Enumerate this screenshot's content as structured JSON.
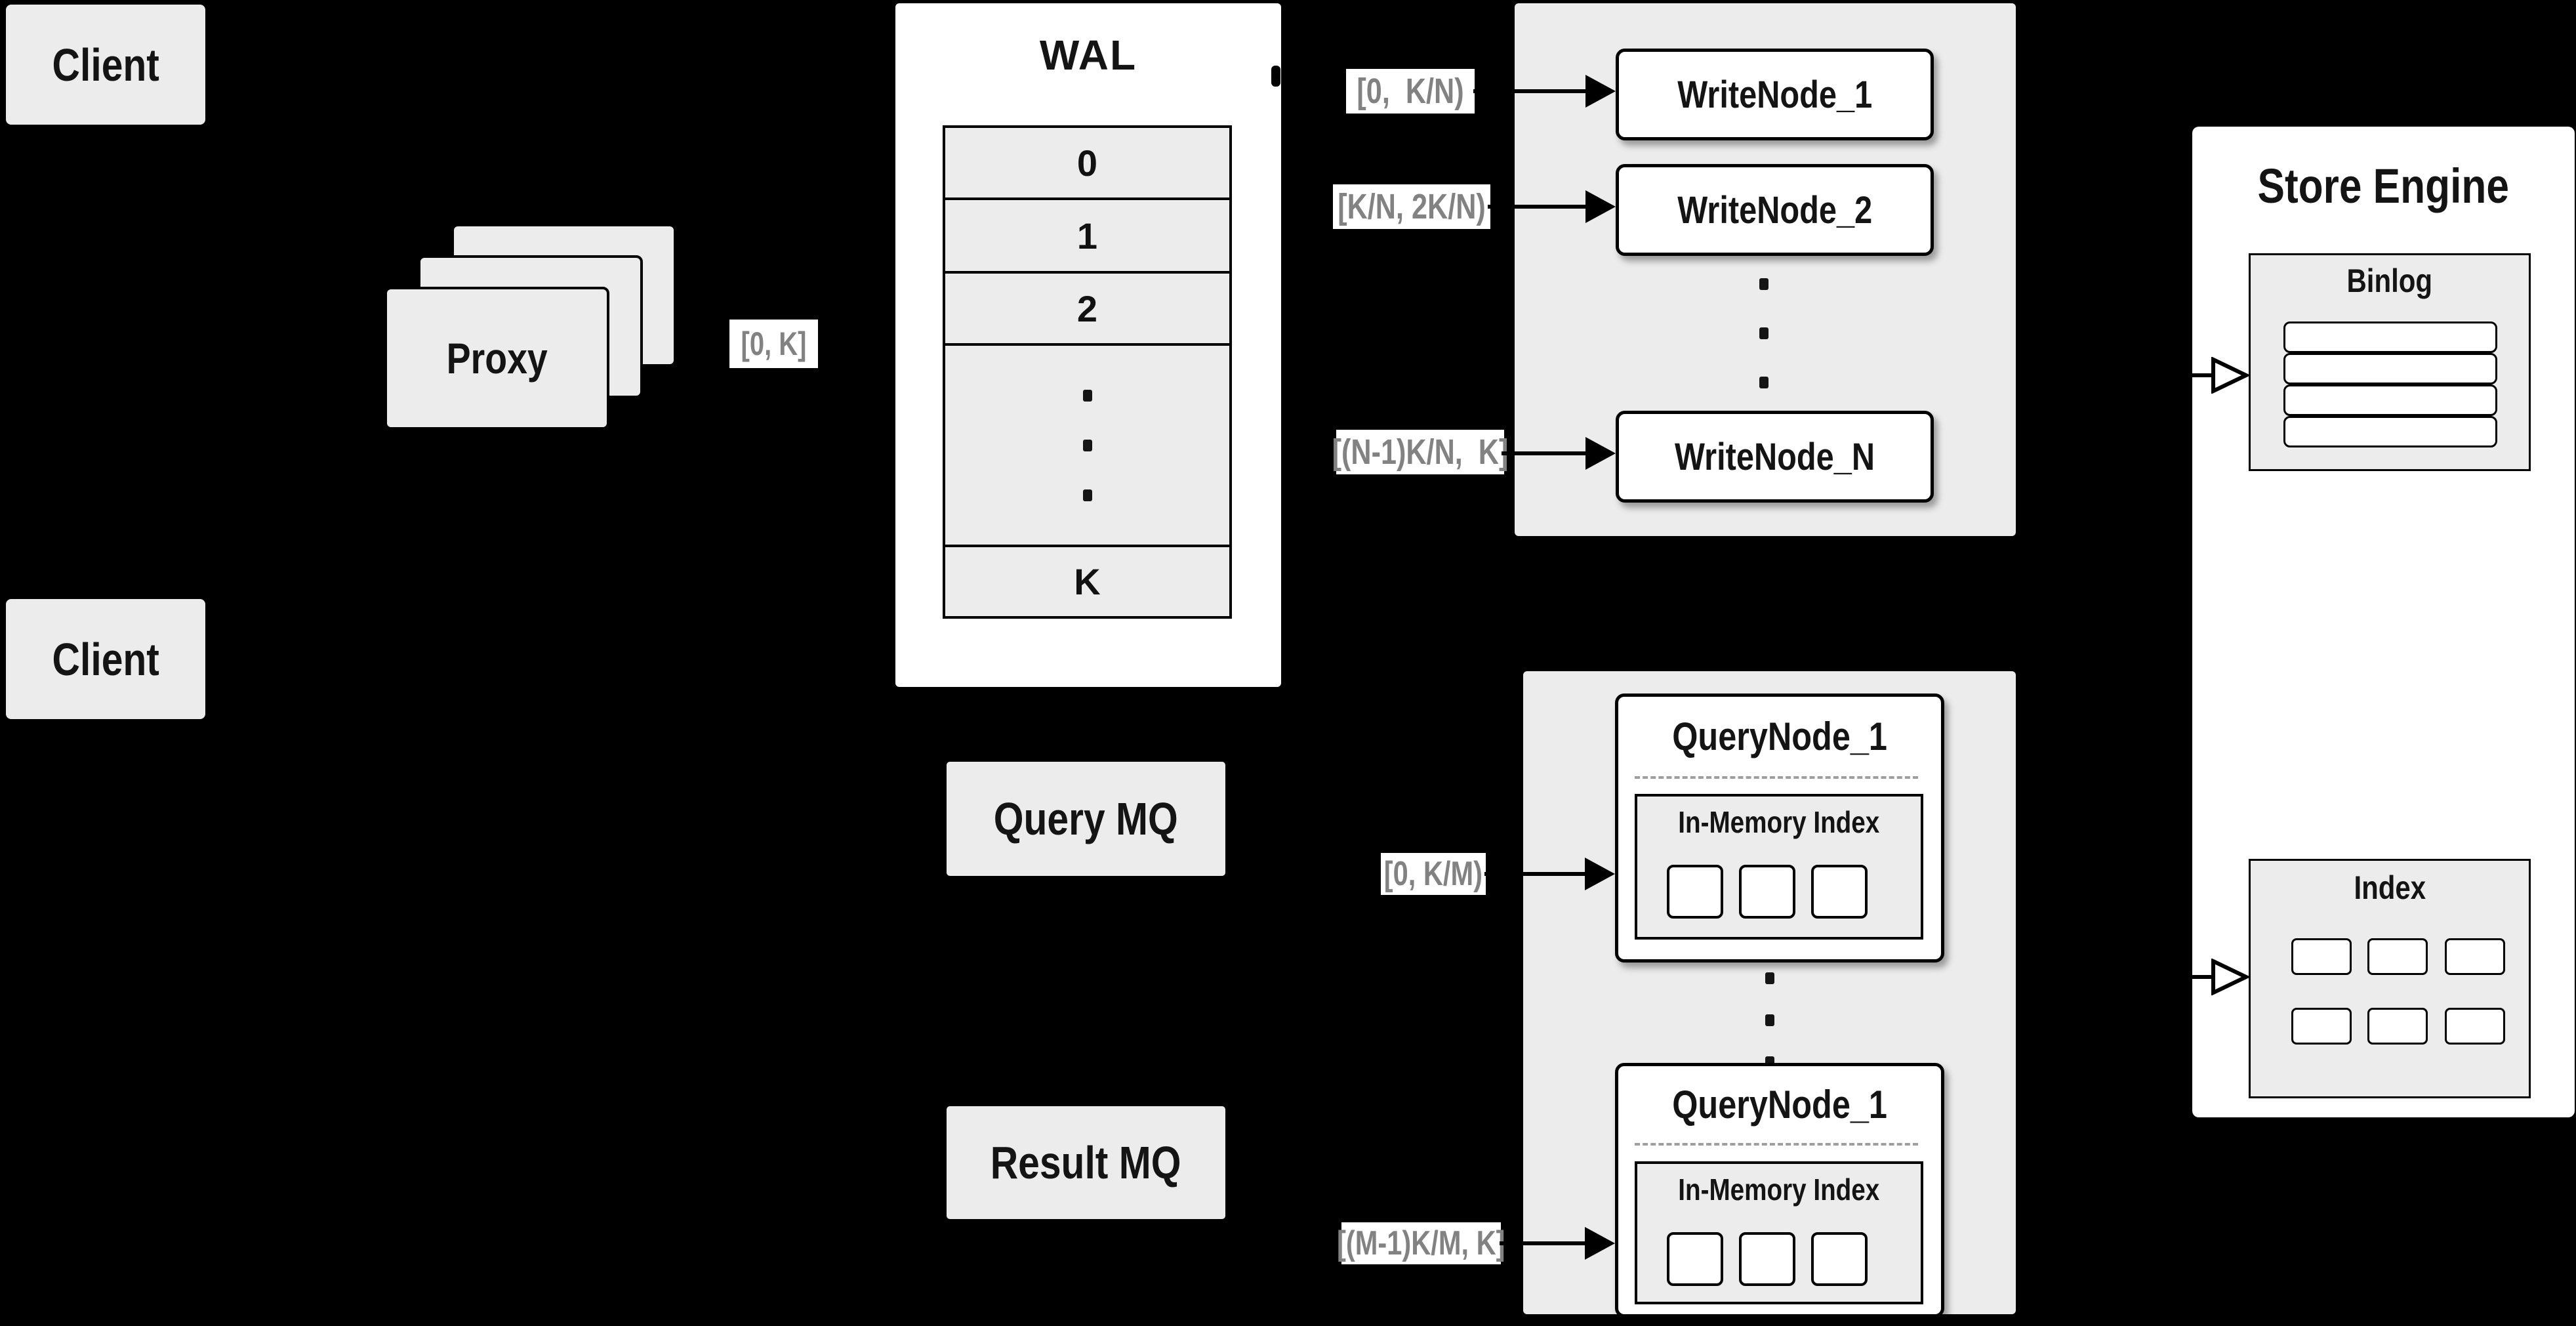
{
  "colors": {
    "background": "#000000",
    "panel_gray": "#ececec",
    "node_fill": "#ffffff",
    "border_black": "#000000",
    "range_label_text": "#828282"
  },
  "clients": {
    "top": "Client",
    "bottom": "Client"
  },
  "proxy": {
    "label": "Proxy",
    "range": "[0, K]"
  },
  "wal": {
    "title": "WAL",
    "segments": [
      "0",
      "1",
      "2",
      "K"
    ]
  },
  "write_cluster": {
    "nodes": [
      "WriteNode_1",
      "WriteNode_2",
      "WriteNode_N"
    ],
    "ranges": [
      "[0,  K/N)",
      "[K/N, 2K/N)",
      "[(N-1)K/N,  K]"
    ]
  },
  "mq": {
    "query": "Query MQ",
    "result": "Result MQ"
  },
  "query_cluster": {
    "node_top": {
      "title": "QueryNode_1",
      "memory_index": "In-Memory Index"
    },
    "node_bottom": {
      "title": "QueryNode_1",
      "memory_index": "In-Memory Index"
    },
    "ranges": {
      "top": "[0, K/M)",
      "bottom": "[(M-1)K/M, K]"
    }
  },
  "store_engine": {
    "title": "Store Engine",
    "binlog": "Binlog",
    "index": "Index"
  }
}
